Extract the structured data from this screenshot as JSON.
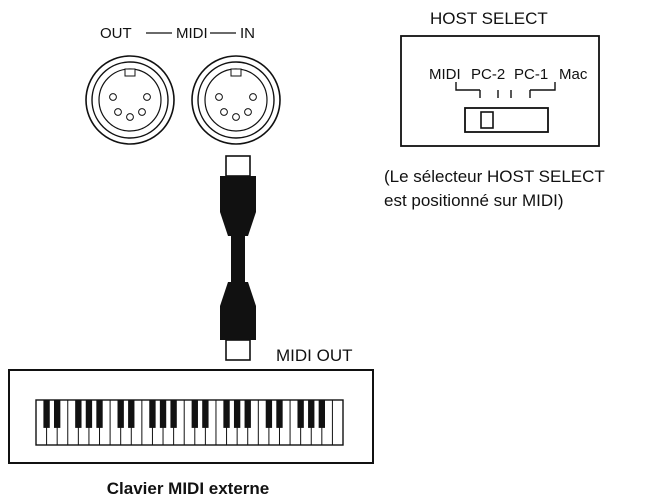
{
  "ports": {
    "out_label": "OUT",
    "midi_label": "MIDI",
    "in_label": "IN"
  },
  "host_select": {
    "title": "HOST SELECT",
    "positions": [
      "MIDI",
      "PC-2",
      "PC-1",
      "Mac"
    ],
    "selected": "MIDI"
  },
  "note": {
    "line1": "(Le sélecteur HOST SELECT",
    "line2": "est positionné sur MIDI)"
  },
  "cable_label": "MIDI OUT",
  "keyboard_caption": "Clavier MIDI externe",
  "colors": {
    "line": "#111111",
    "cable": "#111111",
    "background": "#ffffff"
  }
}
